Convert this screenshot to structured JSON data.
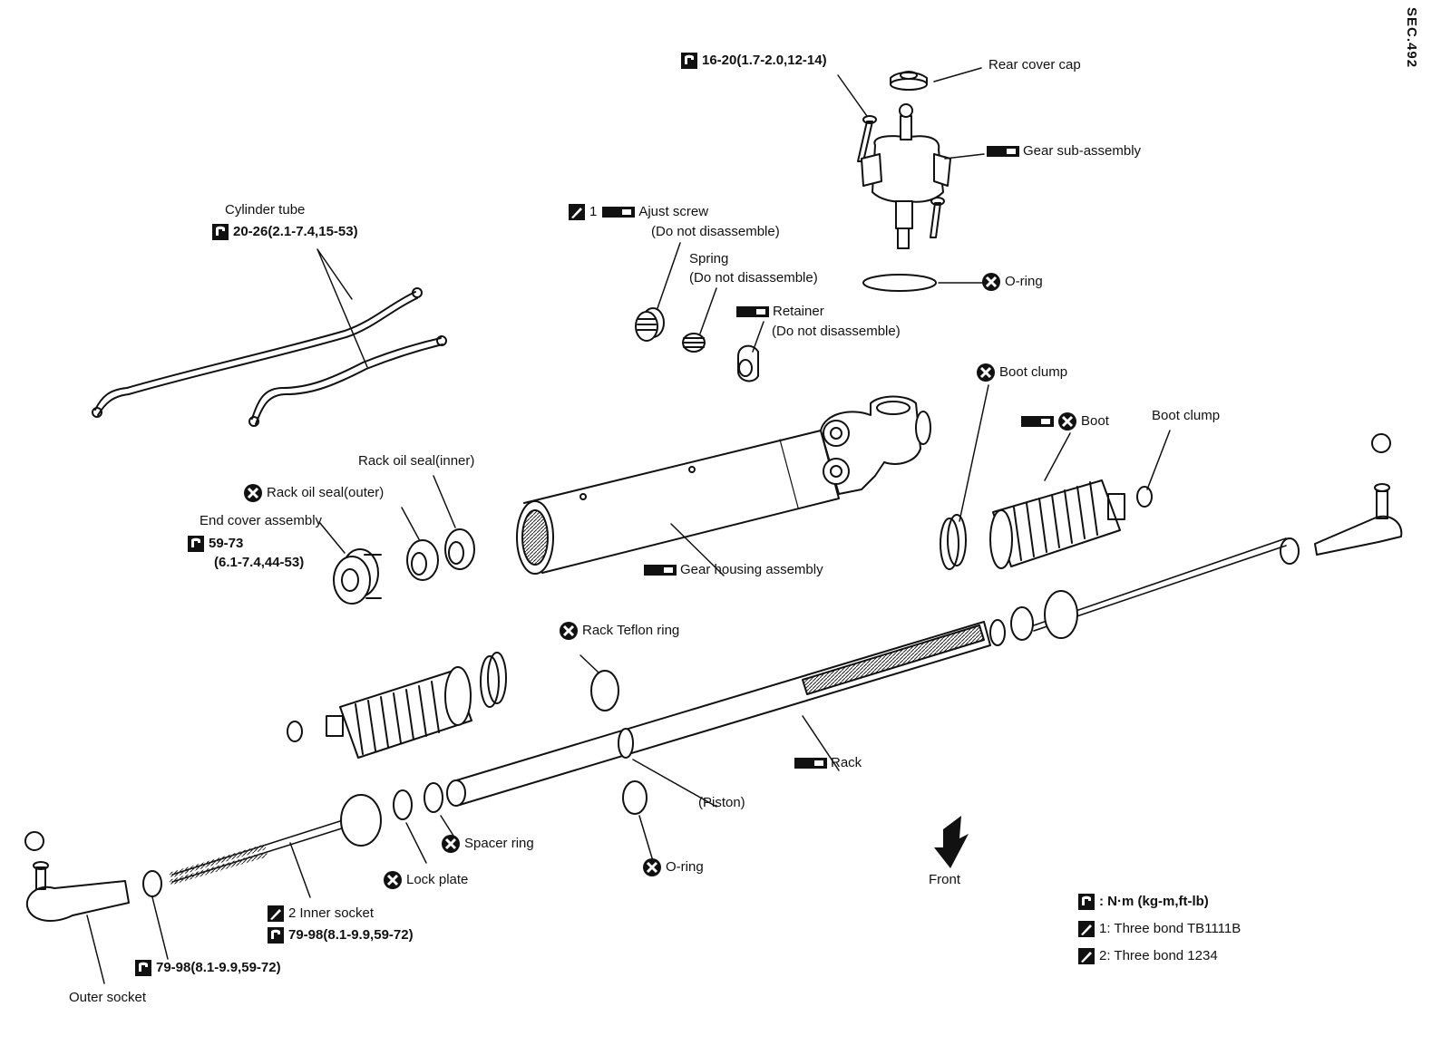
{
  "code": "SEC.492",
  "labels": {
    "cylinder_tube": "Cylinder tube",
    "cylinder_tube_torque": "20-26(2.1-7.4,15-53)",
    "rear_cover_cap": "Rear cover cap",
    "top_torque": "16-20(1.7-2.0,12-14)",
    "gear_sub_assembly": "Gear sub-assembly",
    "adjust_screw_num": "1",
    "adjust_screw": "Ajust screw",
    "adjust_screw_note": "(Do not disassemble)",
    "spring": "Spring",
    "spring_note": "(Do not disassemble)",
    "o_ring_top": "O-ring",
    "retainer": "Retainer",
    "retainer_note": "(Do not disassemble)",
    "boot_clump_1": "Boot clump",
    "boot": "Boot",
    "boot_clump_2": "Boot clump",
    "rack_oil_seal_inner": "Rack oil seal(inner)",
    "rack_oil_seal_outer": "Rack oil seal(outer)",
    "end_cover_assembly": "End cover assembly",
    "end_cover_torque_a": "59-73",
    "end_cover_torque_b": "(6.1-7.4,44-53)",
    "gear_housing_assembly": "Gear housing assembly",
    "rack_teflon_ring": "Rack Teflon ring",
    "rack": "Rack",
    "piston": "(Piston)",
    "spacer_ring": "Spacer ring",
    "o_ring_bottom": "O-ring",
    "lock_plate": "Lock plate",
    "front": "Front",
    "inner_socket_num": "2",
    "inner_socket": "Inner socket",
    "inner_socket_torque": "79-98(8.1-9.9,59-72)",
    "outer_socket_torque": "79-98(8.1-9.9,59-72)",
    "outer_socket": "Outer socket"
  },
  "legend": {
    "torque": ": N·m (kg-m,ft-lb)",
    "sealant_1": "1: Three bond TB1111B",
    "sealant_2": "2: Three bond 1234"
  }
}
